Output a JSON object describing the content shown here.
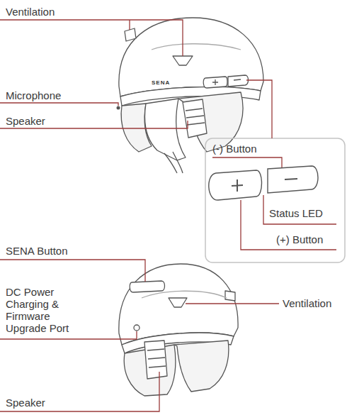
{
  "diagram": {
    "nodes": [
      {
        "text": [
          "(-) Button",
          "Status LED",
          "(+) Button"
        ]
      }
    ],
    "labels": [
      "Ventilation",
      "Microphone",
      "Speaker",
      "SENA",
      "SENA Button",
      "DC Power Charging & Firmware Upgrade Port",
      "Ventilation",
      "Speaker"
    ]
  }
}
